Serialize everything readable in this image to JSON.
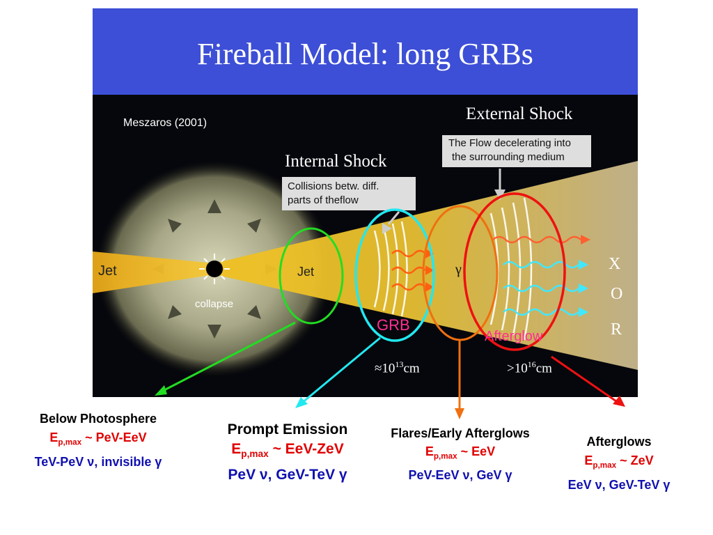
{
  "title": "Fireball Model: long GRBs",
  "citation": "Meszaros (2001)",
  "figure": {
    "external_shock_heading": "External  Shock",
    "external_shock_note_line1": "The Flow decelerating into",
    "external_shock_note_line2": "the surrounding  medium",
    "internal_shock_heading": "Internal Shock",
    "internal_shock_note_line1": "Collisions betw. diff.",
    "internal_shock_note_line2": "parts of theflow",
    "jet_left": "Jet",
    "jet_right": "Jet",
    "collapse": "collapse",
    "gamma_symbol": "γ",
    "grb": "GRB",
    "afterglow": "Afterglow",
    "xor_x": "X",
    "xor_o": "O",
    "xor_r": "R",
    "dist_internal_prefix": "≈10",
    "dist_internal_exp": "13",
    "dist_internal_unit": "cm",
    "dist_external_prefix": ">10",
    "dist_external_exp": "16",
    "dist_external_unit": "cm"
  },
  "regions": [
    {
      "heading": "Below Photosphere",
      "emax_label": "E",
      "emax_sub": "p,max",
      "emax_value": " ~ PeV-EeV",
      "particles": "TeV-PeV ν, invisible γ",
      "color": "#22dd22"
    },
    {
      "heading": "Prompt Emission",
      "emax_label": "E",
      "emax_sub": "p,max",
      "emax_value": " ~ EeV-ZeV",
      "particles": "PeV ν, GeV-TeV γ",
      "color": "#22e8f0"
    },
    {
      "heading": "Flares/Early Afterglows",
      "emax_label": "E",
      "emax_sub": "p,max",
      "emax_value": " ~ EeV",
      "particles": "PeV-EeV ν, GeV γ",
      "color": "#f07010"
    },
    {
      "heading": "Afterglows",
      "emax_label": "E",
      "emax_sub": "p,max",
      "emax_value": " ~ ZeV",
      "particles": "EeV ν, GeV-TeV γ",
      "color": "#ee1111"
    }
  ]
}
